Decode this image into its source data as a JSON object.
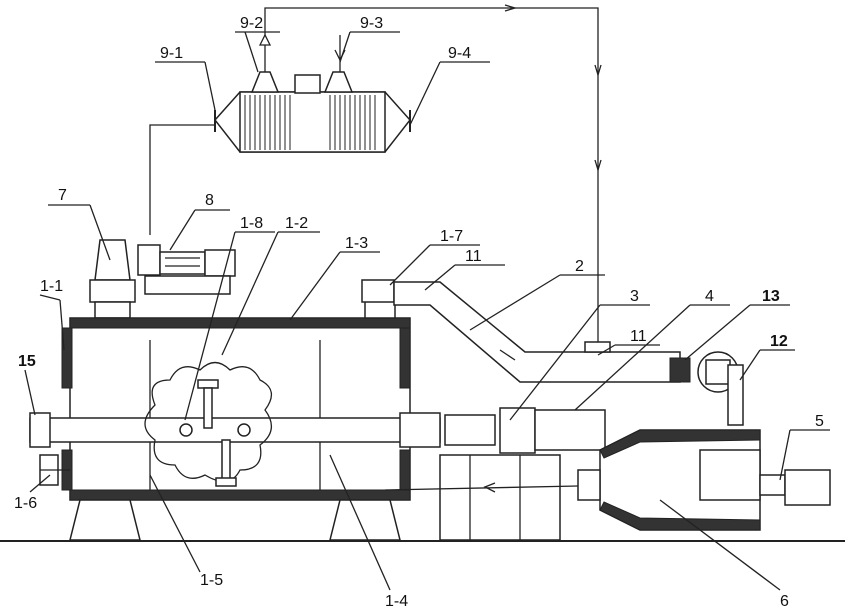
{
  "labels": {
    "l9_1": "9-1",
    "l9_2": "9-2",
    "l9_3": "9-3",
    "l9_4": "9-4",
    "l7": "7",
    "l8": "8",
    "l1_8": "1-8",
    "l1_2": "1-2",
    "l1_3": "1-3",
    "l1_7": "1-7",
    "l11a": "11",
    "l2": "2",
    "l1_1": "1-1",
    "l15": "15",
    "l3": "3",
    "l4": "4",
    "l13": "13",
    "l11b": "11",
    "l12": "12",
    "l5": "5",
    "l1_6": "1-6",
    "l1_5": "1-5",
    "l1_4": "1-4",
    "l6": "6"
  }
}
